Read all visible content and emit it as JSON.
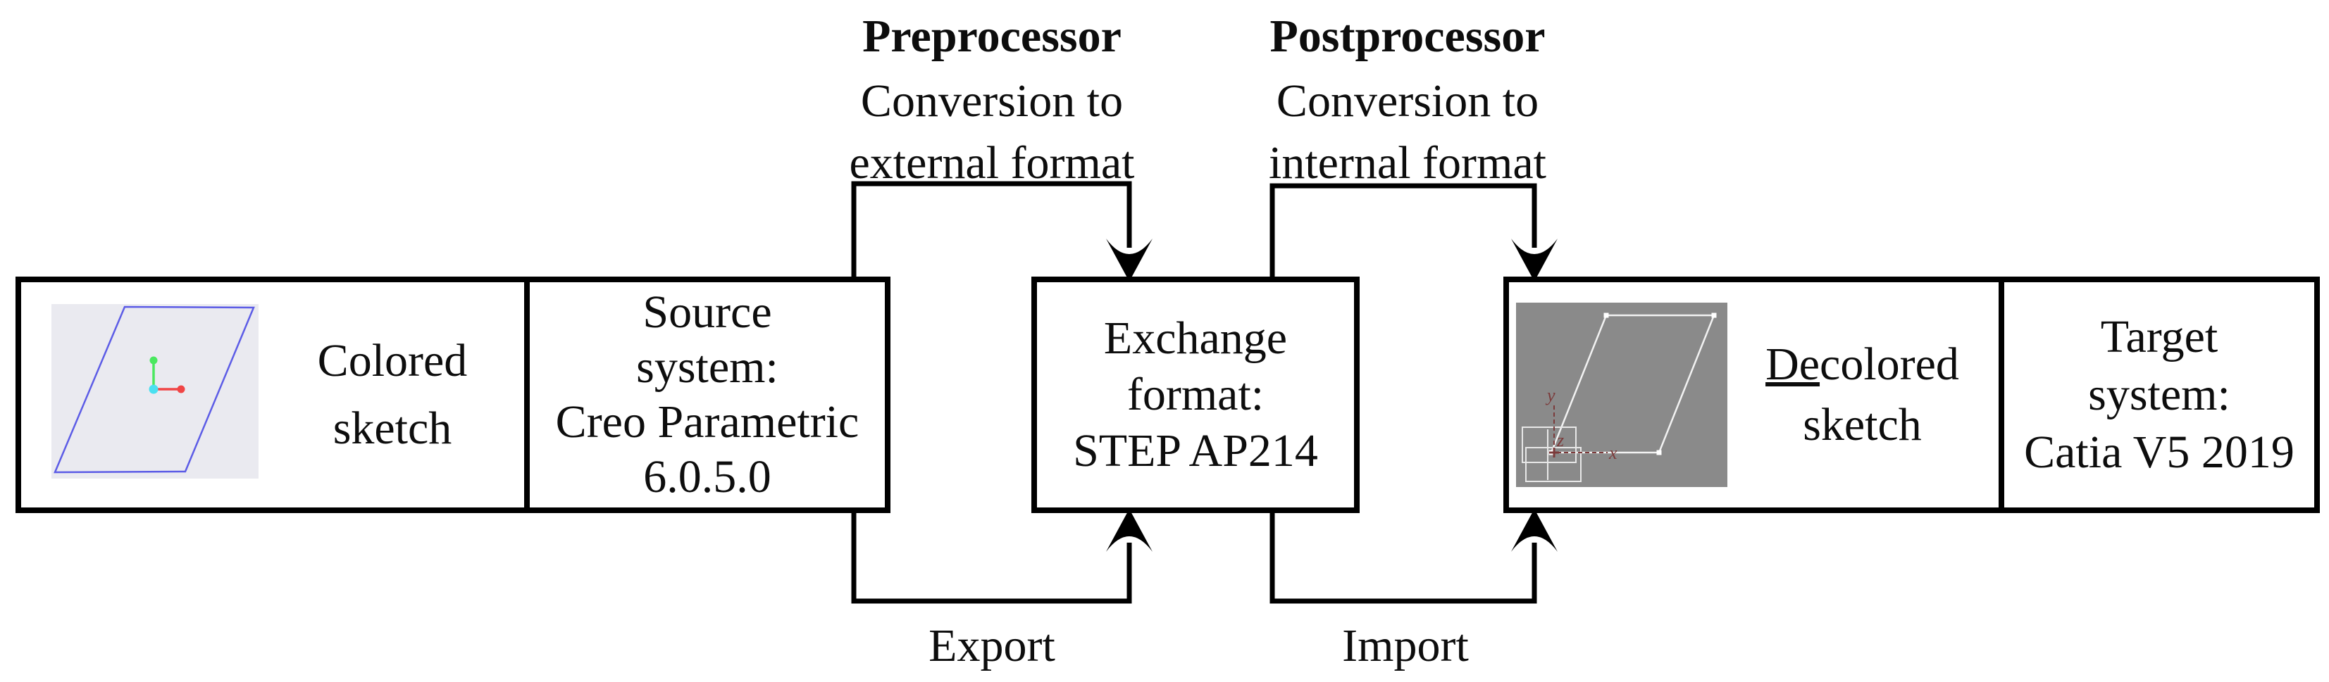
{
  "figure": {
    "type": "process-flow-diagram",
    "background": "#ffffff",
    "line_color": "#000000",
    "text_color": "#0d0d0d"
  },
  "top_flows": {
    "preprocessor": {
      "title": "Preprocessor",
      "line1": "Conversion to",
      "line2": "external format"
    },
    "postprocessor": {
      "title": "Postprocessor",
      "line1": "Conversion to",
      "line2": "internal format"
    }
  },
  "bottom_flows": {
    "export_label": "Export",
    "import_label": "Import"
  },
  "boxes": {
    "colored_sketch": {
      "line1": "Colored",
      "line2": "sketch"
    },
    "source_system": {
      "line1": "Source",
      "line2": "system:",
      "line3": "Creo Parametric",
      "line4": "6.0.5.0"
    },
    "exchange_format": {
      "line1": "Exchange",
      "line2": "format:",
      "line3": "STEP AP214"
    },
    "decolored_sketch": {
      "line1_underlined": "De",
      "line1_rest": "colored",
      "line2": "sketch"
    },
    "target_system": {
      "line1": "Target",
      "line2": "system:",
      "line3": "Catia V5 2019"
    }
  },
  "thumbnails": {
    "colored_sketch_image": {
      "background": "#eaeaf0",
      "outline_color": "#5c5ce6",
      "x_axis_color": "#f04545",
      "y_axis_color": "#4ae85f",
      "origin_color": "#4ae0f0"
    },
    "decolored_sketch_image": {
      "background": "#8a8a8a",
      "outline_color": "#f2f2f2",
      "axis_color": "#7c3b3b",
      "axis_labels": {
        "x": "x",
        "y": "y",
        "z": "z"
      }
    }
  }
}
